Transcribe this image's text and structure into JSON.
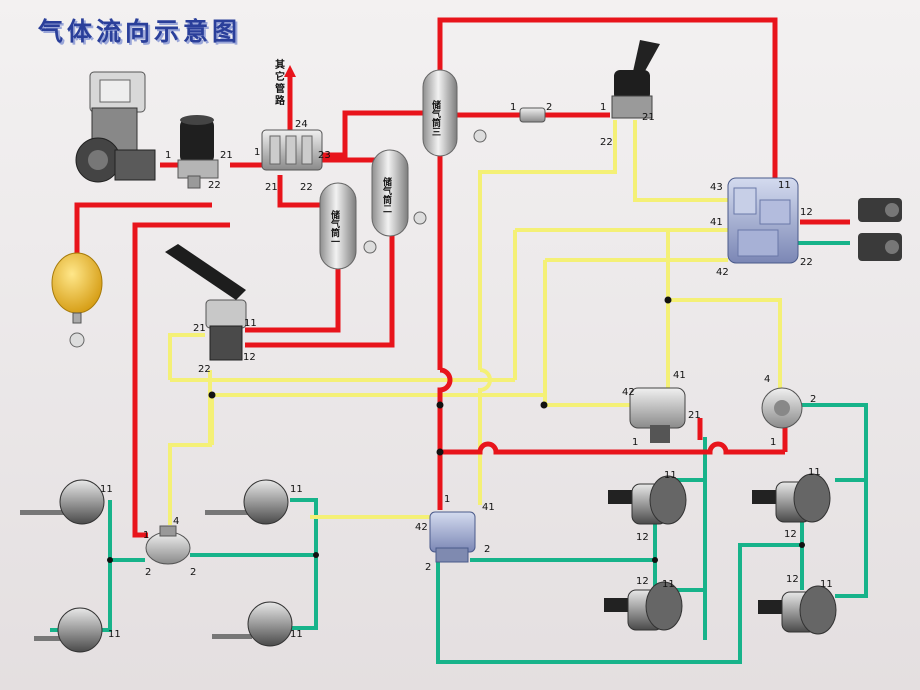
{
  "title": "气体流向示意图",
  "colors": {
    "red": "#e8141b",
    "yellow": "#f4f076",
    "green": "#17b38a"
  },
  "tanks": {
    "tank1": "储气筒一",
    "tank2": "储气筒二",
    "tank3": "储气筒三"
  },
  "other_lines": "其它管路",
  "ports": {
    "dryer_in": "1",
    "dryer_21": "21",
    "dryer_22": "22",
    "prot_1": "1",
    "prot_24": "24",
    "prot_23": "23",
    "prot_21": "21",
    "prot_22": "22",
    "filter_1": "1",
    "filter_2": "2",
    "hand_1": "1",
    "hand_21": "21",
    "hand_22": "22",
    "trailer_43": "43",
    "trailer_11": "11",
    "trailer_41": "41",
    "trailer_42": "42",
    "trailer_12": "12",
    "trailer_22": "22",
    "foot_21": "21",
    "foot_11": "11",
    "foot_22": "22",
    "foot_12": "12",
    "relay_f_1": "1",
    "relay_f_4": "4",
    "relay_f_2a": "2",
    "relay_f_2b": "2",
    "relay_r_1": "1",
    "relay_r_42": "42",
    "relay_r_41": "41",
    "relay_r_2a": "2",
    "relay_r_2b": "2",
    "valve_m_42": "42",
    "valve_m_41": "41",
    "valve_m_1": "1",
    "valve_m_21": "21",
    "valve_s_4": "4",
    "valve_s_2": "2",
    "valve_s_1": "1",
    "ch_fl": "11",
    "ch_fr": "11",
    "ch_rl": "11",
    "ch_rr": "11",
    "sb_a11": "11",
    "sb_a12": "12",
    "sb_b12": "12",
    "sb_b11": "11",
    "sb_c11": "11",
    "sb_c12": "12",
    "sb_d12": "12",
    "sb_d11": "11"
  }
}
